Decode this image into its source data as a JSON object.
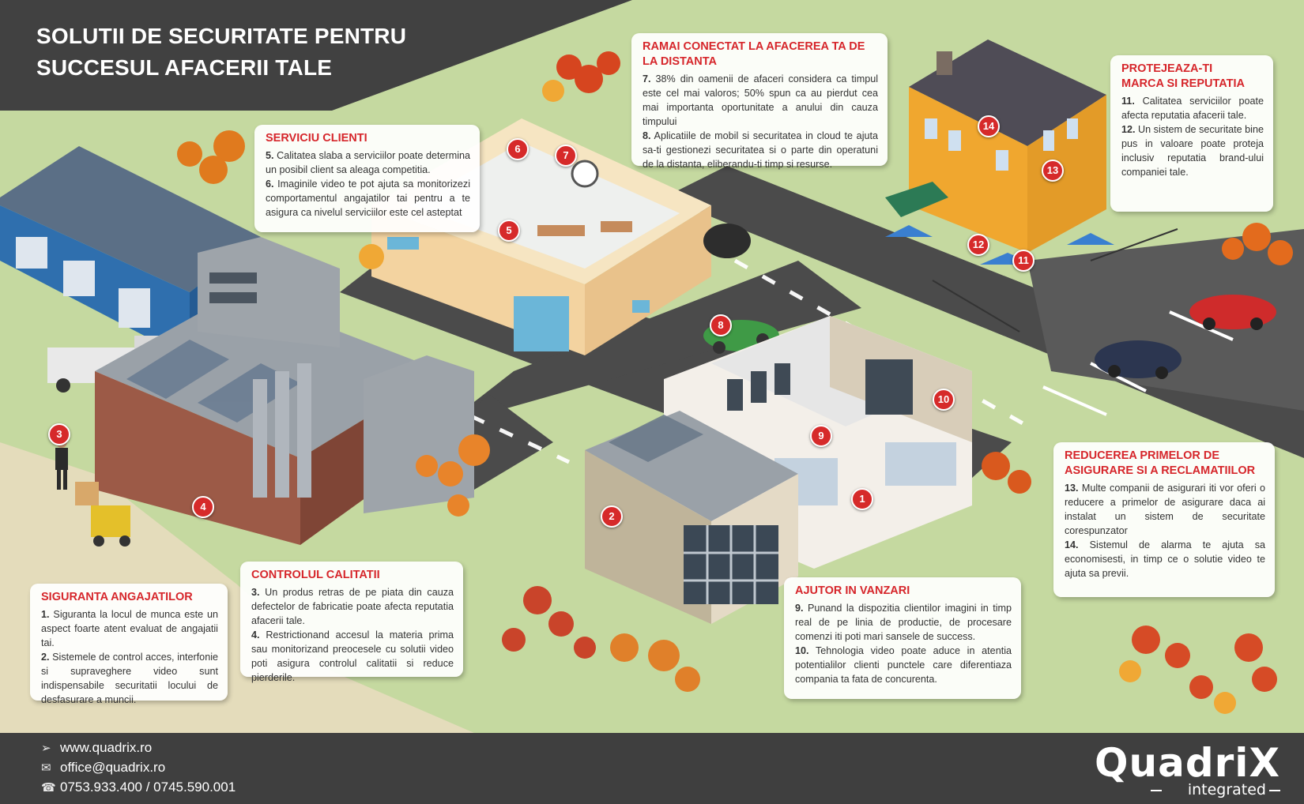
{
  "title": {
    "line1": "SOLUTII DE SECURITATE PENTRU",
    "line2": "SUCCESUL AFACERII TALE"
  },
  "sections": {
    "serviciu": {
      "title": "SERVICIU CLIENTI",
      "items": [
        {
          "num": "5.",
          "text": "Calitatea slaba a serviciilor poate determina un posibil client sa aleaga competitia."
        },
        {
          "num": "6.",
          "text": "Imaginile video te pot ajuta sa monitorizezi comportamentul angajatilor tai pentru a te asigura ca nivelul serviciilor este cel asteptat"
        }
      ]
    },
    "conectat": {
      "title_line1": "RAMAI CONECTAT LA AFACEREA TA DE",
      "title_line2": "LA DISTANTA",
      "items": [
        {
          "num": "7.",
          "text": "38% din oamenii de afaceri considera ca timpul este cel mai valoros; 50% spun ca au pierdut cea mai importanta oportunitate a anului din cauza timpului"
        },
        {
          "num": "8.",
          "text": "Aplicatiile de mobil si securitatea in cloud te ajuta sa-ti gestionezi securitatea si o parte din operatuni de la distanta, eliberandu-ti timp si resurse."
        }
      ]
    },
    "marca": {
      "title_line1": "PROTEJEAZA-TI",
      "title_line2": "MARCA SI REPUTATIA",
      "items": [
        {
          "num": "11.",
          "text": "Calitatea serviciilor poate afecta reputatia afacerii tale."
        },
        {
          "num": "12.",
          "text": "Un sistem de securitate bine pus in valoare poate proteja inclusiv reputatia brand-ului companiei tale."
        }
      ]
    },
    "asigurare": {
      "title_line1": "REDUCEREA PRIMELOR DE",
      "title_line2": "ASIGURARE SI A RECLAMATIILOR",
      "items": [
        {
          "num": "13.",
          "text": "Multe companii de asigurari iti vor oferi o reducere a primelor de asigurare daca ai instalat un sistem de securitate corespunzator"
        },
        {
          "num": "14.",
          "text": "Sistemul de alarma te ajuta sa economisesti, in timp ce o solutie video te ajuta sa previi."
        }
      ]
    },
    "siguranta": {
      "title": "SIGURANTA ANGAJATILOR",
      "items": [
        {
          "num": "1.",
          "text": "Siguranta la locul de munca este un aspect foarte atent evaluat de angajatii tai."
        },
        {
          "num": "2.",
          "text": "Sistemele de control acces, interfonie si supraveghere video sunt indispensabile securitatii locului de desfasurare a muncii."
        }
      ]
    },
    "calitate": {
      "title": "CONTROLUL CALITATII",
      "items": [
        {
          "num": "3.",
          "text": "Un produs retras de pe piata din cauza defectelor de fabricatie poate afecta reputatia afacerii tale."
        },
        {
          "num": "4.",
          "text": "Restrictionand accesul la materia prima sau monitorizand preocesele cu solutii video poti asigura controlul calitatii si reduce pierderile."
        }
      ]
    },
    "vanzari": {
      "title": "AJUTOR IN VANZARI",
      "items": [
        {
          "num": "9.",
          "text": "Punand la dispozitia clientilor imagini in timp real de pe linia de productie, de procesare comenzi iti poti mari sansele de success."
        },
        {
          "num": "10.",
          "text": "Tehnologia video poate aduce in atentia potentialilor clienti punctele care diferentiaza compania ta fata de concurenta."
        }
      ]
    }
  },
  "markers": [
    "1",
    "2",
    "3",
    "4",
    "5",
    "6",
    "7",
    "8",
    "9",
    "10",
    "11",
    "12",
    "13",
    "14"
  ],
  "footer": {
    "website": "www.quadrix.ro",
    "email": "office@quadrix.ro",
    "phone": "0753.933.400 / 0745.590.001",
    "website_icon": "arrow-icon",
    "email_icon": "envelope-icon",
    "phone_icon": "phone-icon"
  },
  "logo": {
    "name": "QuadriX",
    "tagline": "integrated"
  },
  "colors": {
    "accent_red": "#d6262b",
    "header_bar": "#414141",
    "footer_bar": "#3f3f3f",
    "grass": "#c9dca4",
    "road": "#4a4a4a"
  }
}
